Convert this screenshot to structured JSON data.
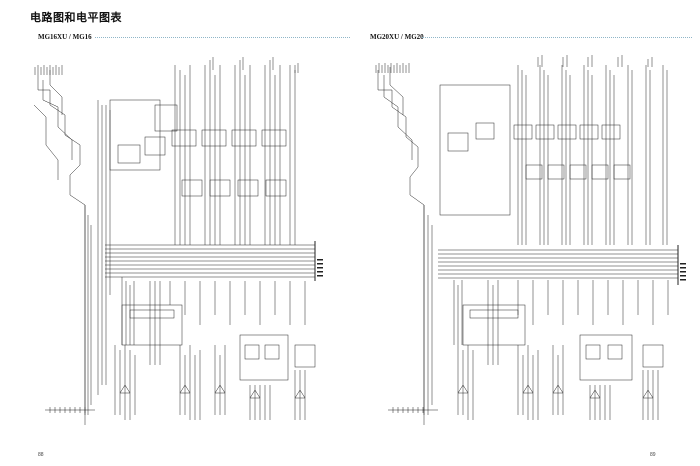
{
  "header": {
    "title": "电路图和电平图表"
  },
  "left_page": {
    "model": "MG16XU / MG16",
    "page_number": "88"
  },
  "right_page": {
    "model": "MG20XU / MG20",
    "page_number": "89"
  }
}
